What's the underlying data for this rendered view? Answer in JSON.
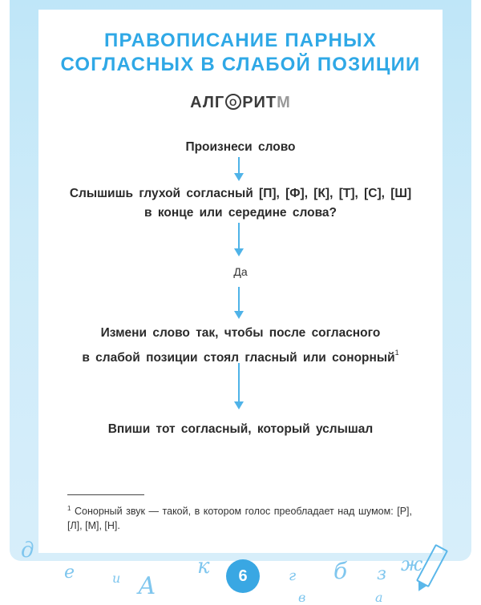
{
  "title": {
    "line1": "ПРАВОПИСАНИЕ ПАРНЫХ",
    "line2": "СОГЛАСНЫХ В СЛАБОЙ ПОЗИЦИИ"
  },
  "algorithm": {
    "p1": "АЛГ",
    "circle": "О",
    "p2": "РИТ",
    "p3": "М"
  },
  "steps": {
    "s1": "Произнеси слово",
    "s2_line1": "Слышишь глухой согласный [П], [Ф], [К], [Т], [С], [Ш]",
    "s2_line2": "в конце или середине слова?",
    "answer": "Да",
    "s3_line1": "Измени слово так, чтобы после согласного",
    "s3_line2": "в слабой позиции стоял гласный или сонорный",
    "s3_mark": "1",
    "s4": "Впиши тот согласный, который услышал"
  },
  "footnote": {
    "mark": "1",
    "text": "Сонорный звук — такой, в котором голос преобладает над шумом: [Р], [Л], [М], [Н]."
  },
  "page_number": "6",
  "decor_letters": [
    "д",
    "е",
    "и",
    "А",
    "к",
    "г",
    "б",
    "з",
    "ж",
    "в",
    "а"
  ],
  "colors": {
    "accent": "#2fa8e6",
    "arrow": "#4fb3e8",
    "frame": "#cdebf9",
    "page_badge": "#39a7e3"
  }
}
